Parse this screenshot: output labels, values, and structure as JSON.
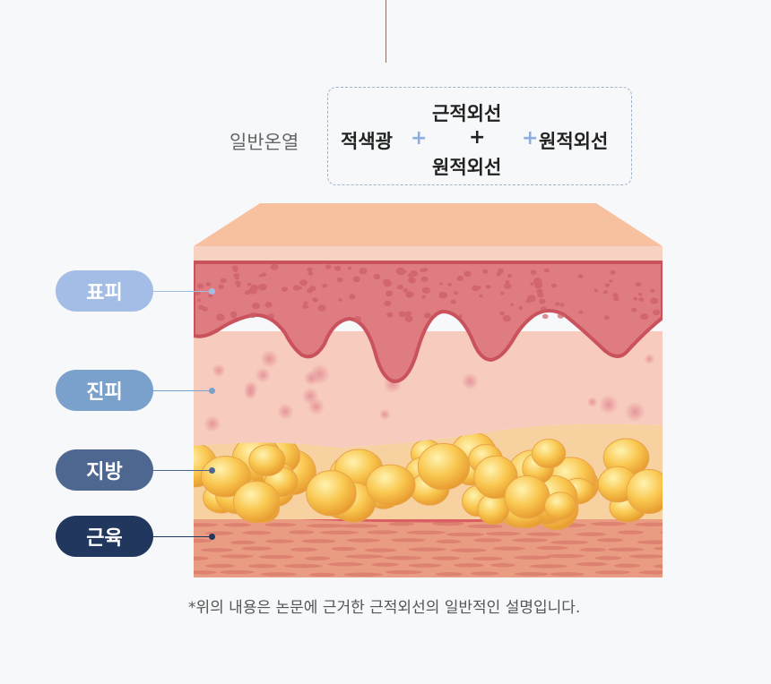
{
  "formula": {
    "label": "일반온열",
    "items": [
      "적색광",
      "근적외선",
      "원적외선",
      "원적외선"
    ],
    "plus": "+"
  },
  "layers": [
    {
      "label": "표피",
      "color": "#a3bde6"
    },
    {
      "label": "진피",
      "color": "#7aa0cc"
    },
    {
      "label": "지방",
      "color": "#4d6790"
    },
    {
      "label": "근육",
      "color": "#22375e"
    }
  ],
  "footnote": "*위의 내용은 논문에 근거한 근적외선의 일반적인 설명입니다."
}
